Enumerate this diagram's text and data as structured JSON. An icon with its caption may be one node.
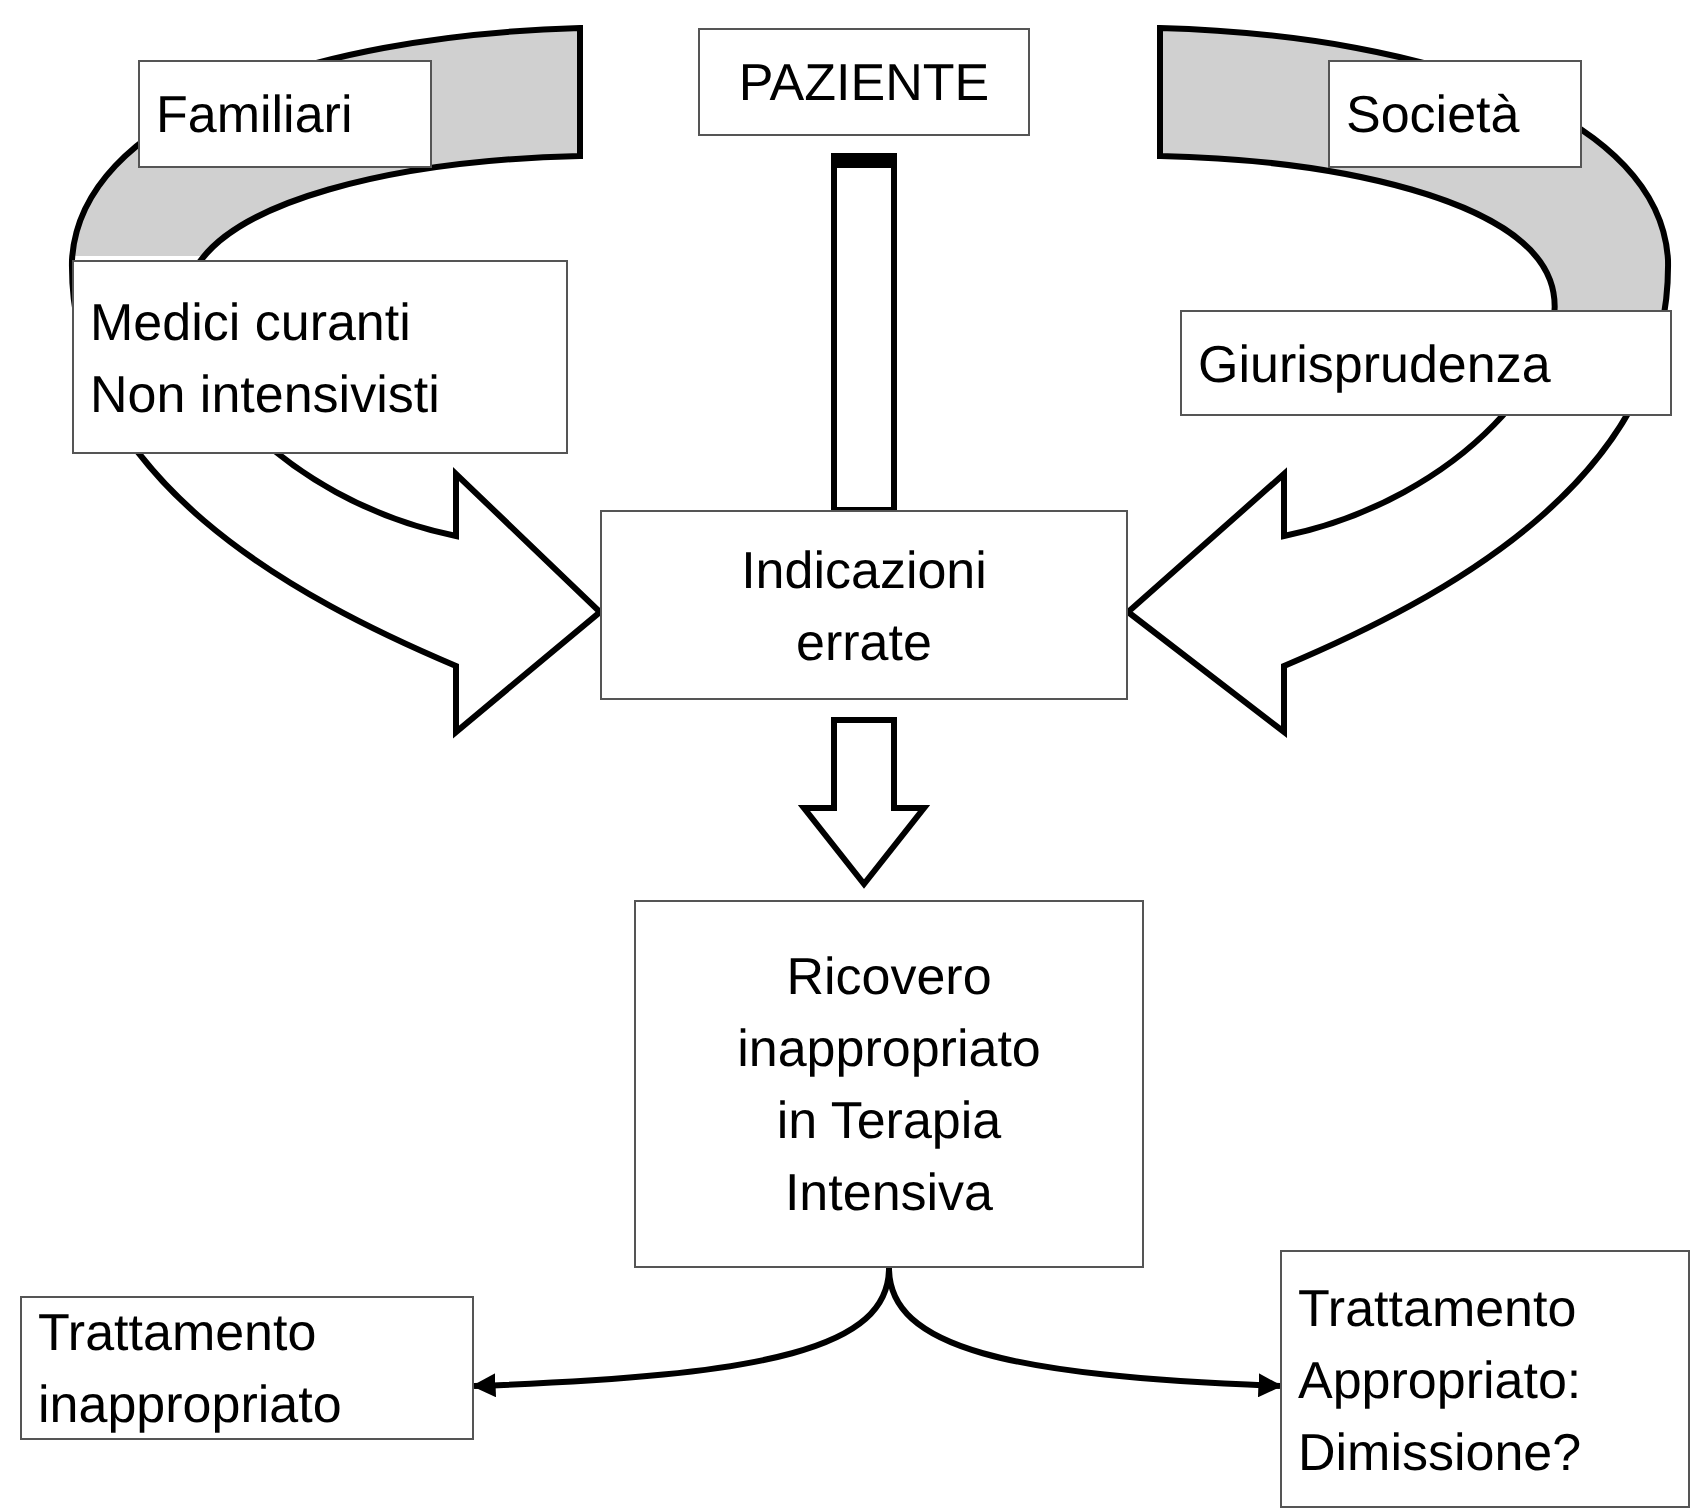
{
  "diagram": {
    "nodes": [
      {
        "text": [
          "Familiari"
        ]
      },
      {
        "text": [
          "PAZIENTE"
        ]
      },
      {
        "text": [
          "Società"
        ]
      },
      {
        "text": [
          "Medici curanti Non intensivisti"
        ]
      },
      {
        "text": [
          "Giurisprudenza"
        ]
      },
      {
        "text": [
          "Indicazioni errate"
        ]
      },
      {
        "text": [
          "Ricovero inappropriato in Terapia Intensiva"
        ]
      },
      {
        "text": [
          "Trattamento inappropriato"
        ]
      },
      {
        "text": [
          "Trattamento Appropriato: Dimissione?"
        ]
      }
    ],
    "edges": [
      {
        "from": null,
        "to": 5,
        "arrow": "to"
      },
      {
        "from": null,
        "to": 5,
        "arrow": "to"
      },
      {
        "from": 1,
        "to": 5,
        "arrow": "none"
      },
      {
        "from": 5,
        "to": 6,
        "arrow": "to"
      },
      {
        "from": 6,
        "to": 7,
        "arrow": "to"
      },
      {
        "from": 6,
        "to": 8,
        "arrow": "to"
      }
    ]
  }
}
